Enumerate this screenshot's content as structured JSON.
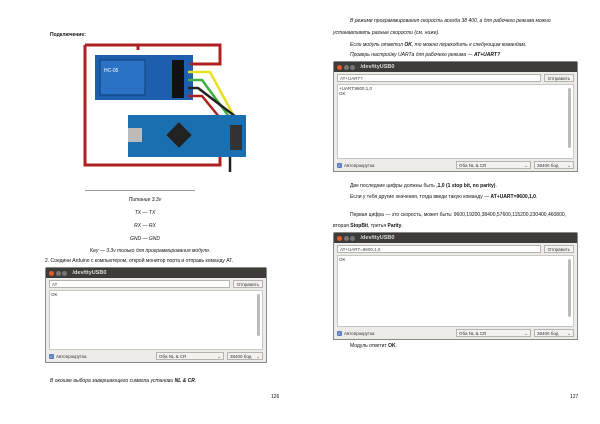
{
  "left": {
    "heading": "Подключение:",
    "module_label": "HC-05",
    "lines": [
      "Питание 3.3v",
      "TX — TX",
      "RX — RX",
      "GND — GND",
      "Key — 3.3v только для программирования модуля."
    ],
    "step2": "2. Соедини Arduino с компьютером, открой монитор порта и отправь команду AT.",
    "note_pre": "В окошке выбора завершающего символа установи ",
    "note_bold": "NL & CR",
    "note_post": ".",
    "page_number": "126"
  },
  "right": {
    "p1": "В режиме программирования скорость всегда 38 400, а для рабочего режима можно",
    "p1b": "устанавливать разные скорости (см. ниже).",
    "p2_pre": "Если модуль ответил ",
    "p2_bold": "OK",
    "p2_post": ", то можно переходить к следующим командам.",
    "p3_pre": "Проверь настройку UARTа для рабочего режима — ",
    "p3_bold": "AT+UART?",
    "p4_pre": "Две последние цифры должны быть ",
    "p4_bold": ",1,0 (1 stop bit, no parity)",
    "p4_post": ".",
    "p5_pre": "Если у тебя другие значения, тогда введи такую команду — ",
    "p5_bold": "AT+UART=9600,1,0",
    "p5_post": ".",
    "p6": "Первая цифра — это скорость, может быть: 9600,19200,38400,57600,115200,230400,460800,",
    "p7_pre": "вторая ",
    "p7_b1": "StopBit",
    "p7_mid": ", третья ",
    "p7_b2": "Parity",
    "p7_post": ".",
    "p8_pre": "Модуль ответит ",
    "p8_bold": "OK",
    "p8_post": ".",
    "page_number": "127"
  },
  "windows": [
    {
      "title": "/dev/ttyUSB0",
      "input": "AT",
      "send": "Отправить",
      "output": [
        "OK"
      ],
      "autoscroll": "Автопрокрутка",
      "line_ending": "Оба NL & CR",
      "baud": "38400 бод"
    },
    {
      "title": "/dev/ttyUSB0",
      "input": "AT+UART?",
      "send": "Отправить",
      "output": [
        "+UART:9600,1,0",
        "OK"
      ],
      "autoscroll": "Автопрокрутка",
      "line_ending": "Оба NL & CR",
      "baud": "38400 бод"
    },
    {
      "title": "/dev/ttyUSB0",
      "input": "AT+UART=9600,1,0",
      "send": "Отправить",
      "output": [
        "OK"
      ],
      "autoscroll": "Автопрокрутка",
      "line_ending": "Оба NL & CR",
      "baud": "38400 бод"
    }
  ]
}
